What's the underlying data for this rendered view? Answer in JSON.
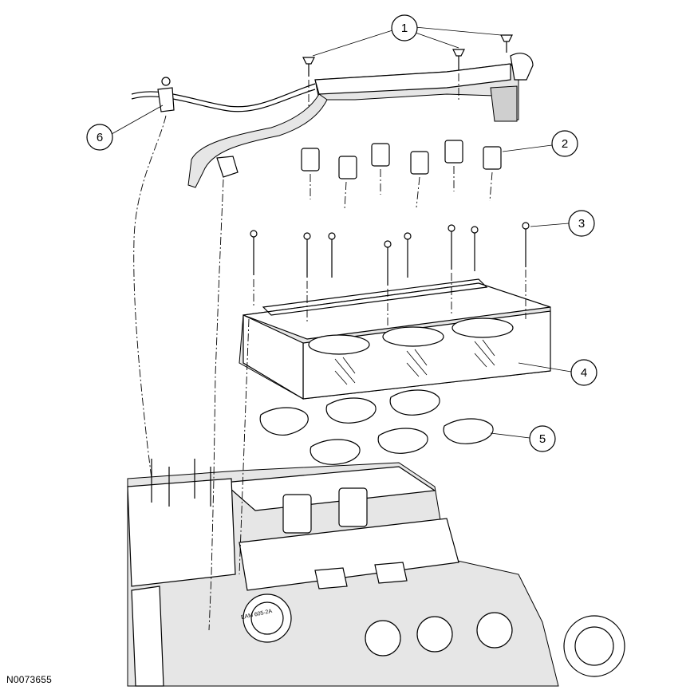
{
  "figure_id": "N0073655",
  "callouts": [
    {
      "label": "1"
    },
    {
      "label": "2"
    },
    {
      "label": "3"
    },
    {
      "label": "4"
    },
    {
      "label": "5"
    },
    {
      "label": "6"
    }
  ],
  "engine_decal": "EAM 605-2A"
}
